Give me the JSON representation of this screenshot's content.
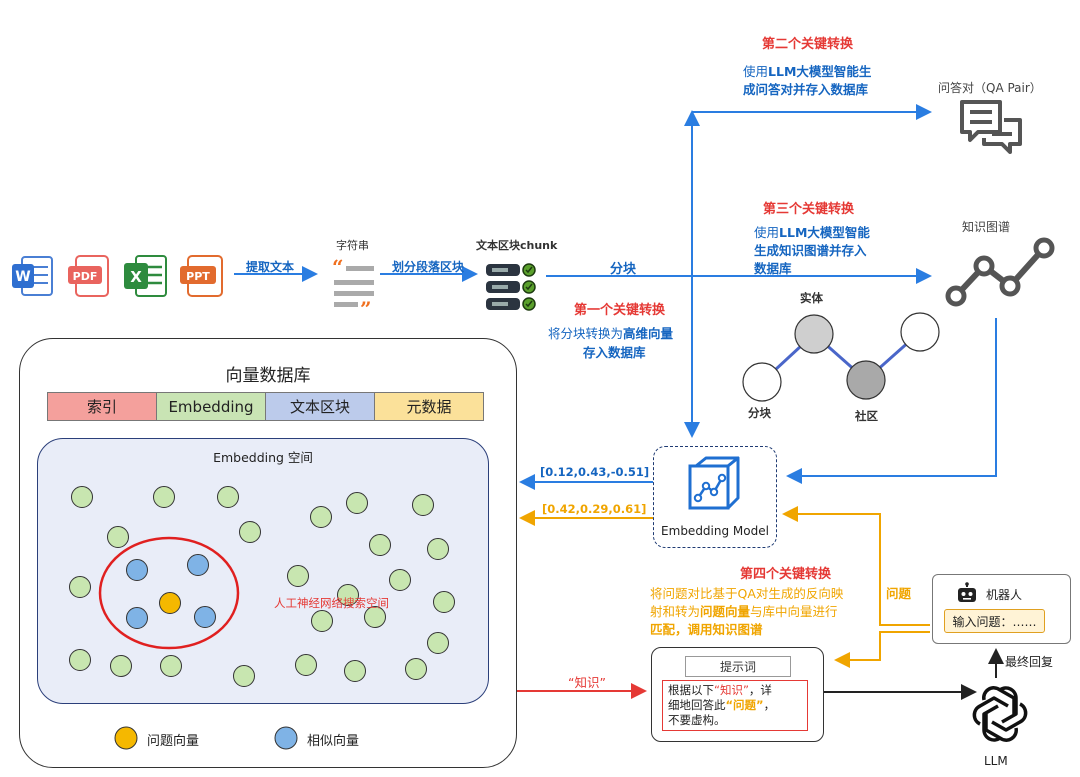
{
  "files": {
    "word_icon": "word-icon",
    "pdf_label": "PDF",
    "excel_icon": "excel-icon",
    "ppt_label": "PPT"
  },
  "pipeline": {
    "extract_text": "提取文本",
    "string_label": "字符串",
    "split_paragraph": "划分段落区块",
    "chunk_label": "文本区块chunk",
    "chunk_arrow": "分块"
  },
  "transforms": {
    "first": {
      "title": "第一个关键转换",
      "line1_pre": "将分块转换为",
      "line1_bold": "高维向量",
      "line2": "存入数据库"
    },
    "second": {
      "title": "第二个关键转换",
      "line1_pre": "使用",
      "line1_bold": "LLM大模型智能生",
      "line2": "成问答对并存入数据库"
    },
    "third": {
      "title": "第三个关键转换",
      "line1_pre": "使用",
      "line1_bold": "LLM大模型智能",
      "line2": "生成知识图谱并存入",
      "line3": "数据库"
    },
    "fourth": {
      "title": "第四个关键转换",
      "line1": "将问题对比基于QA对生成的反向映",
      "line2_pre": "射和转为",
      "line2_bold": "问题向量",
      "line2_post": "与库中向量进行",
      "line3": "匹配，调用知识图谱"
    }
  },
  "qa_pair": {
    "label": "问答对（QA Pair）"
  },
  "knowledge_graph": {
    "label": "知识图谱",
    "entity": "实体",
    "chunk": "分块",
    "community": "社区"
  },
  "vector_db": {
    "title": "向量数据库",
    "columns": [
      "索引",
      "Embedding",
      "文本区块",
      "元数据"
    ],
    "column_colors": [
      "#f4a09c",
      "#c9e4b4",
      "#bccbeb",
      "#fbe19a"
    ],
    "space_title": "Embedding 空间",
    "search_label": "人工神经网络搜索空间",
    "legend_question": "问题向量",
    "legend_similar": "相似向量"
  },
  "vectors": {
    "v1": "[0.12,0.43,-0.51]",
    "v2": "[0.42,0.29,0.61]"
  },
  "embedding_model": {
    "label": "Embedding Model"
  },
  "question_label": "问题",
  "robot": {
    "label": "机器人",
    "input": "输入问题：……"
  },
  "final_reply": "最终回复",
  "knowledge_arrow": "“知识”",
  "prompt": {
    "label": "提示词",
    "t1": "根据以下",
    "t2": "“知识”",
    "t3": "，详",
    "t4": "细地回答此",
    "t5": "“问题”",
    "t6": "，",
    "t7": "不要虚构。"
  },
  "llm": {
    "label": "LLM"
  },
  "colors": {
    "blue": "#1565c0",
    "arrow_blue": "#2a7de1",
    "orange": "#f0a500",
    "red": "#e53935",
    "green_dot": "#c8e6b0",
    "blue_dot": "#7fb3e6",
    "yellow_dot": "#f5b800"
  }
}
